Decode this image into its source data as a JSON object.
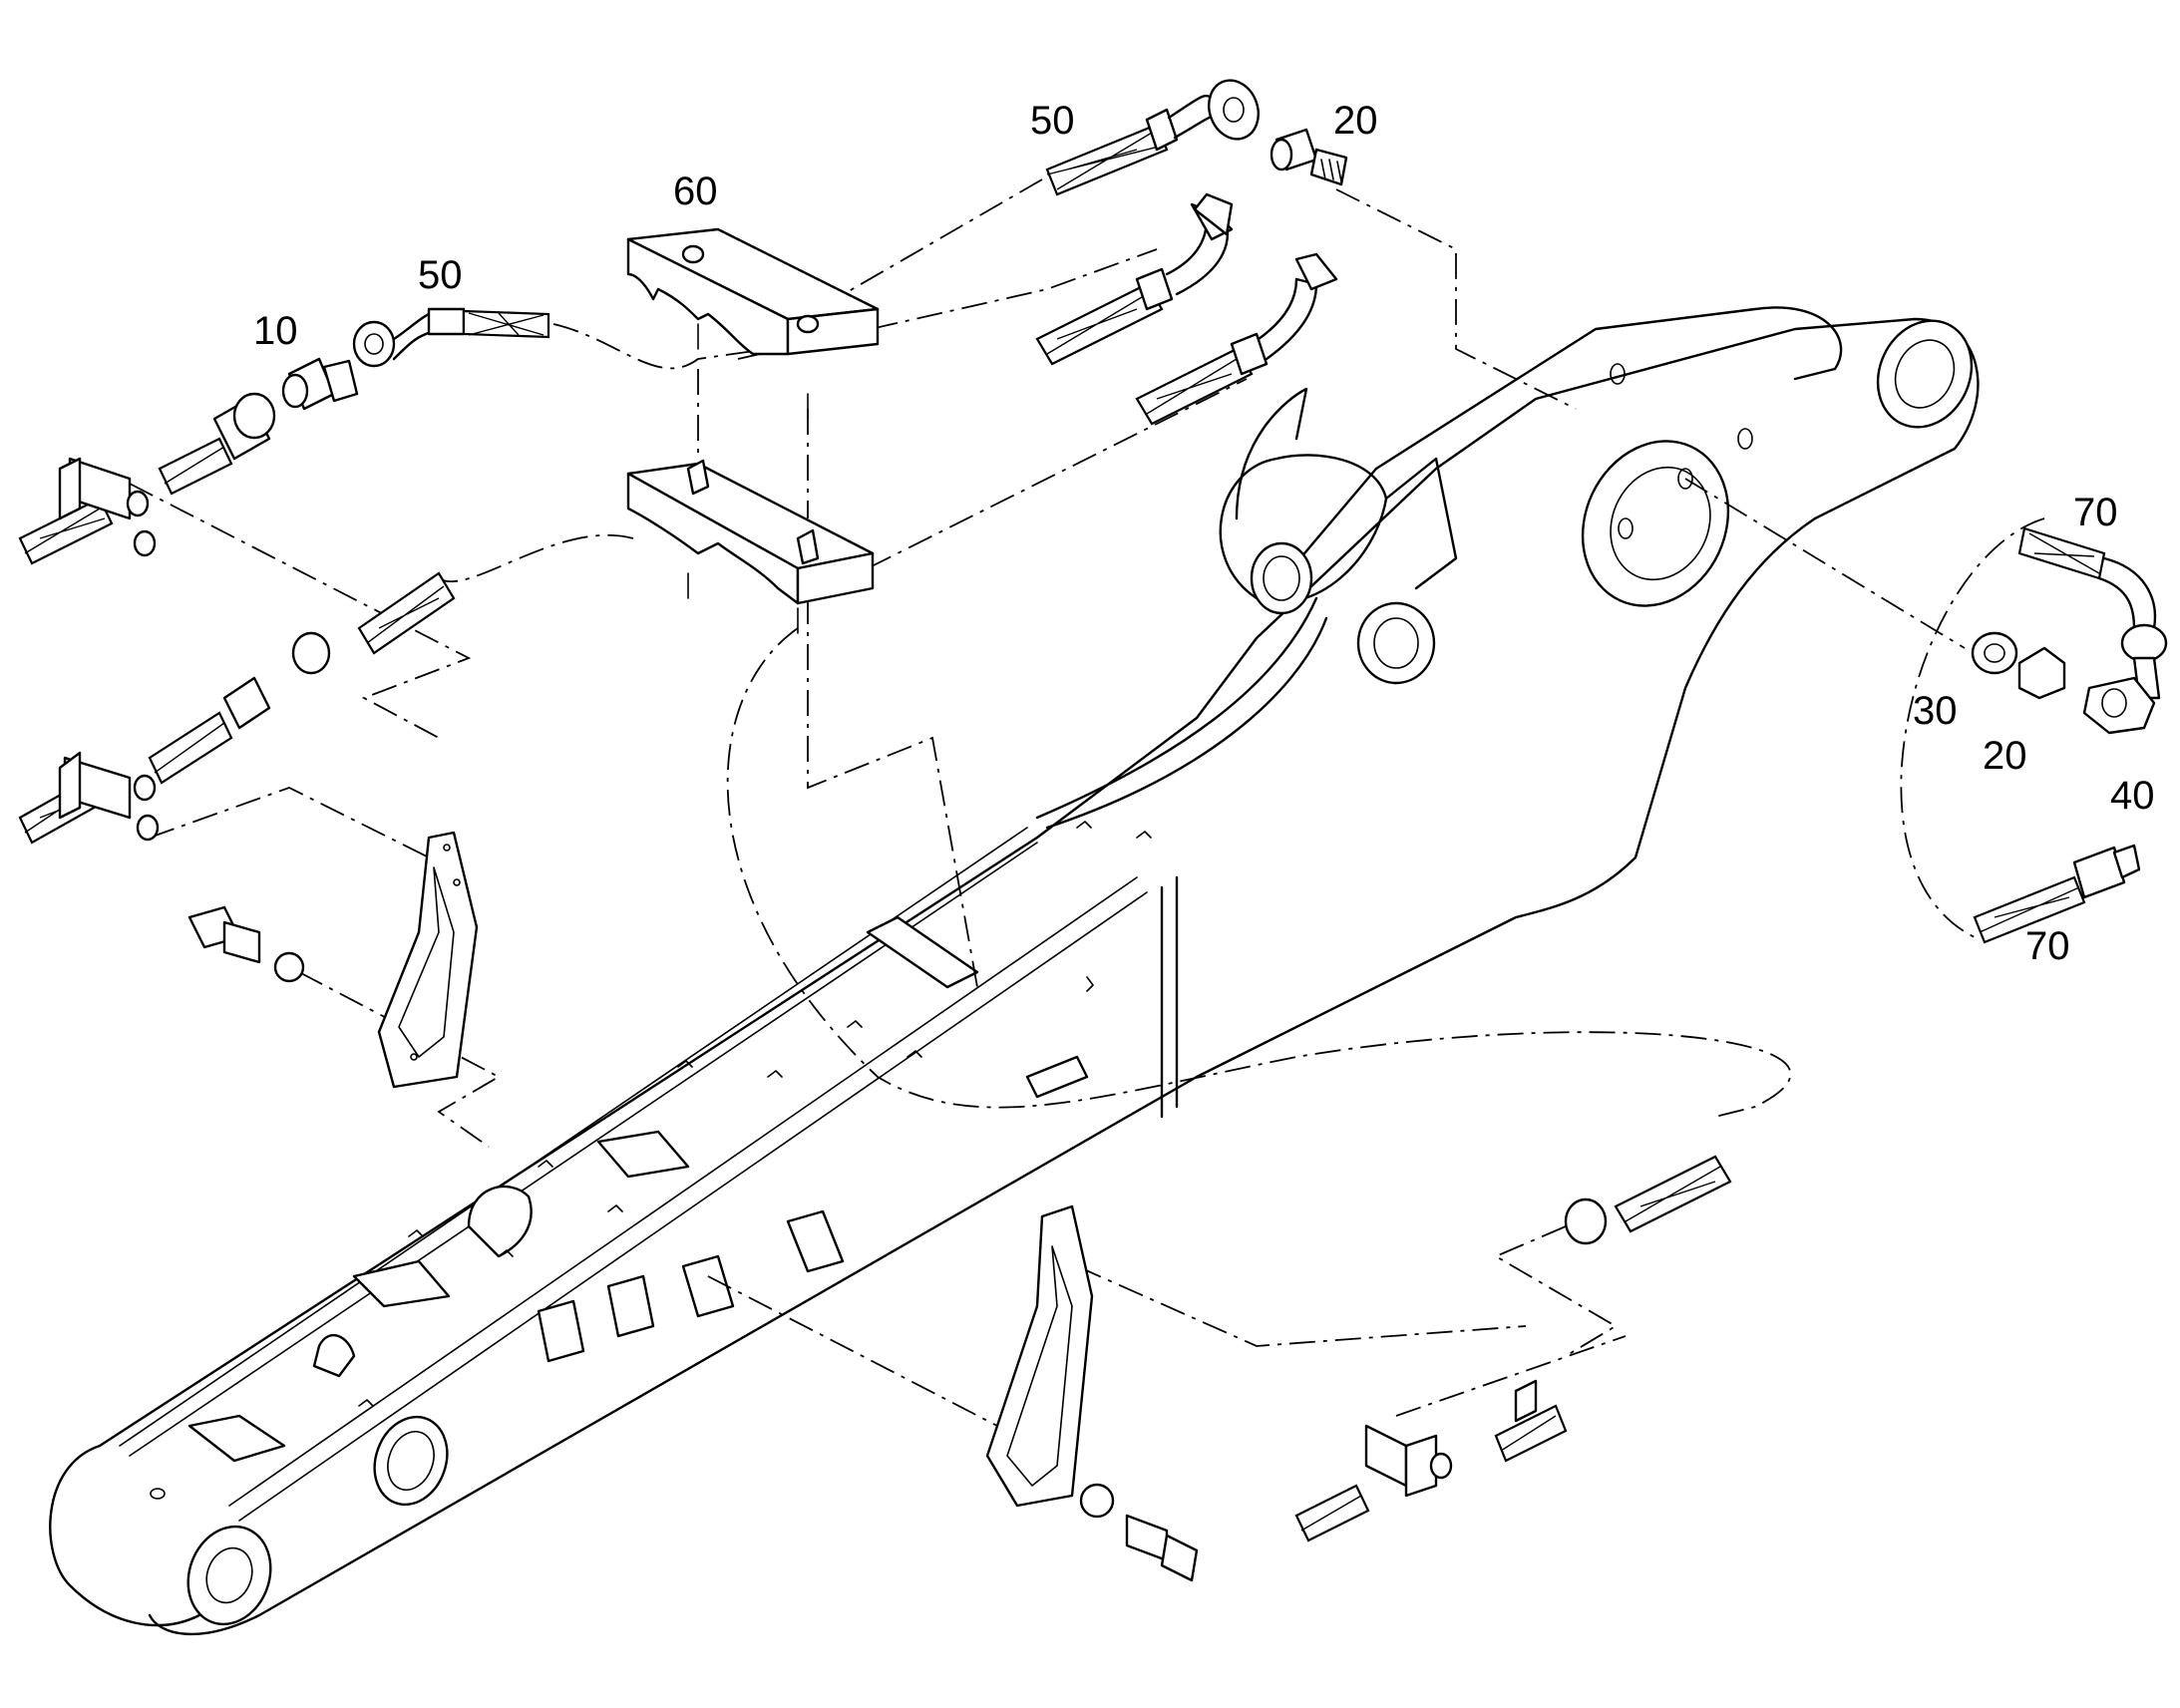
{
  "callouts": [
    {
      "id": "c1",
      "label": "50"
    },
    {
      "id": "c2",
      "label": "20"
    },
    {
      "id": "c3",
      "label": "60"
    },
    {
      "id": "c4",
      "label": "50"
    },
    {
      "id": "c5",
      "label": "10"
    },
    {
      "id": "c6",
      "label": "70"
    },
    {
      "id": "c7",
      "label": "30"
    },
    {
      "id": "c8",
      "label": "20"
    },
    {
      "id": "c9",
      "label": "40"
    },
    {
      "id": "c10",
      "label": "70"
    }
  ]
}
